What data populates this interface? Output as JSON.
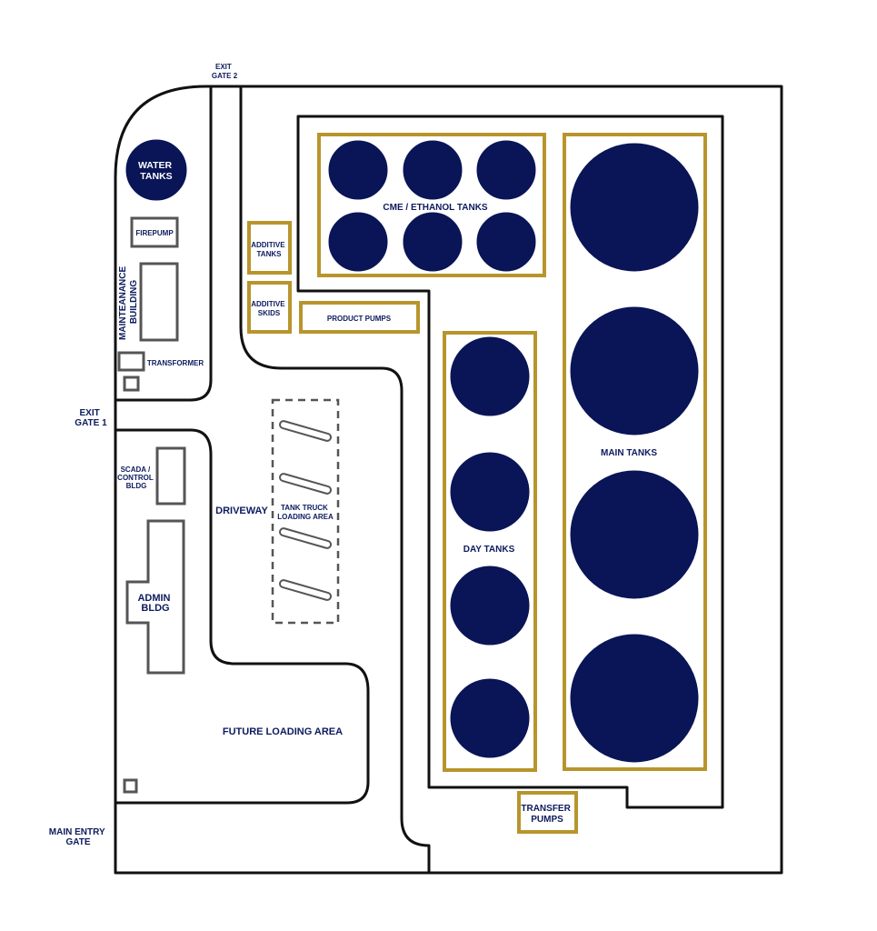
{
  "colors": {
    "tank": "#0a1557",
    "text": "#0d1b5e",
    "gold_border": "#b8952c",
    "building_border": "#555555",
    "road": "#111111"
  },
  "labels": {
    "exit_gate_2": [
      "EXIT",
      "GATE 2"
    ],
    "exit_gate_1": [
      "EXIT",
      "GATE 1"
    ],
    "main_entry_gate": [
      "MAIN ENTRY",
      "GATE"
    ],
    "water_tanks": [
      "WATER",
      "TANKS"
    ],
    "firepump": "FIREPUMP",
    "maintenance_building": [
      "MAINTEANANCE",
      "BUILDING"
    ],
    "transformer": "TRANSFORMER",
    "scada": [
      "SCADA /",
      "CONTROL",
      "BLDG"
    ],
    "admin_bldg": [
      "ADMIN",
      "BLDG"
    ],
    "driveway": "DRIVEWAY",
    "tank_truck_loading_area": [
      "TANK TRUCK",
      "LOADING AREA"
    ],
    "future_loading_area": "FUTURE LOADING AREA",
    "additive_tanks": [
      "ADDITIVE",
      "TANKS"
    ],
    "additive_skids": [
      "ADDITIVE",
      "SKIDS"
    ],
    "product_pumps": "PRODUCT PUMPS",
    "cme_ethanol_tanks": "CME / ETHANOL TANKS",
    "day_tanks": "DAY TANKS",
    "main_tanks": "MAIN TANKS",
    "transfer_pumps": [
      "TRANSFER",
      "PUMPS"
    ]
  }
}
